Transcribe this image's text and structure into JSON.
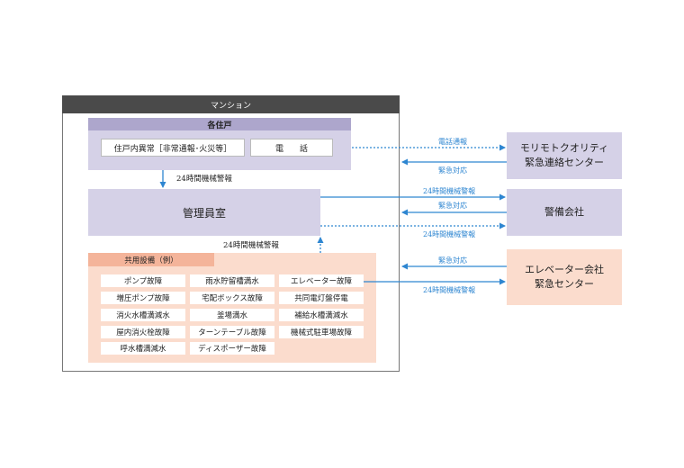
{
  "mansion": {
    "title": "マンション"
  },
  "units": {
    "title": "各住戸",
    "alarm_label": "住戸内異常［非常通報･火災等］",
    "phone_label": "電　　話"
  },
  "office": {
    "label": "管理員室"
  },
  "shared": {
    "title": "共用設備（例）",
    "items": [
      "ポンプ故障",
      "雨水貯留槽満水",
      "エレベーター故障",
      "増圧ポンプ故障",
      "宅配ボックス故障",
      "共同電灯盤停電",
      "消火水槽満減水",
      "釜場満水",
      "補給水槽満減水",
      "屋内消火栓故障",
      "ターンテーブル故障",
      "機械式駐車場故障",
      "呼水槽満減水",
      "ディスポーザー故障"
    ]
  },
  "external": {
    "morimoto": [
      "モリモトクオリティ",
      "緊急連絡センター"
    ],
    "security": "警備会社",
    "elevator": [
      "エレベーター会社",
      "緊急センター"
    ]
  },
  "labels": {
    "unit_to_office": "24時間機械警報",
    "shared_to_office": "24時間機械警報",
    "phone_report": "電話通報",
    "emergency_1": "緊急対応",
    "office_alarm": "24時間機械警報",
    "emergency_2": "緊急対応",
    "shared_alarm": "24時間機械警報",
    "emergency_3": "緊急対応",
    "elevator_alarm": "24時間機械警報"
  },
  "colors": {
    "accent_blue": "#2e86d1",
    "lavender": "#d5d1e7",
    "lavender_dark": "#ada6cc",
    "peach": "#fbdccd",
    "peach_dark": "#f4b49a",
    "header_dark": "#4a4a4a"
  }
}
